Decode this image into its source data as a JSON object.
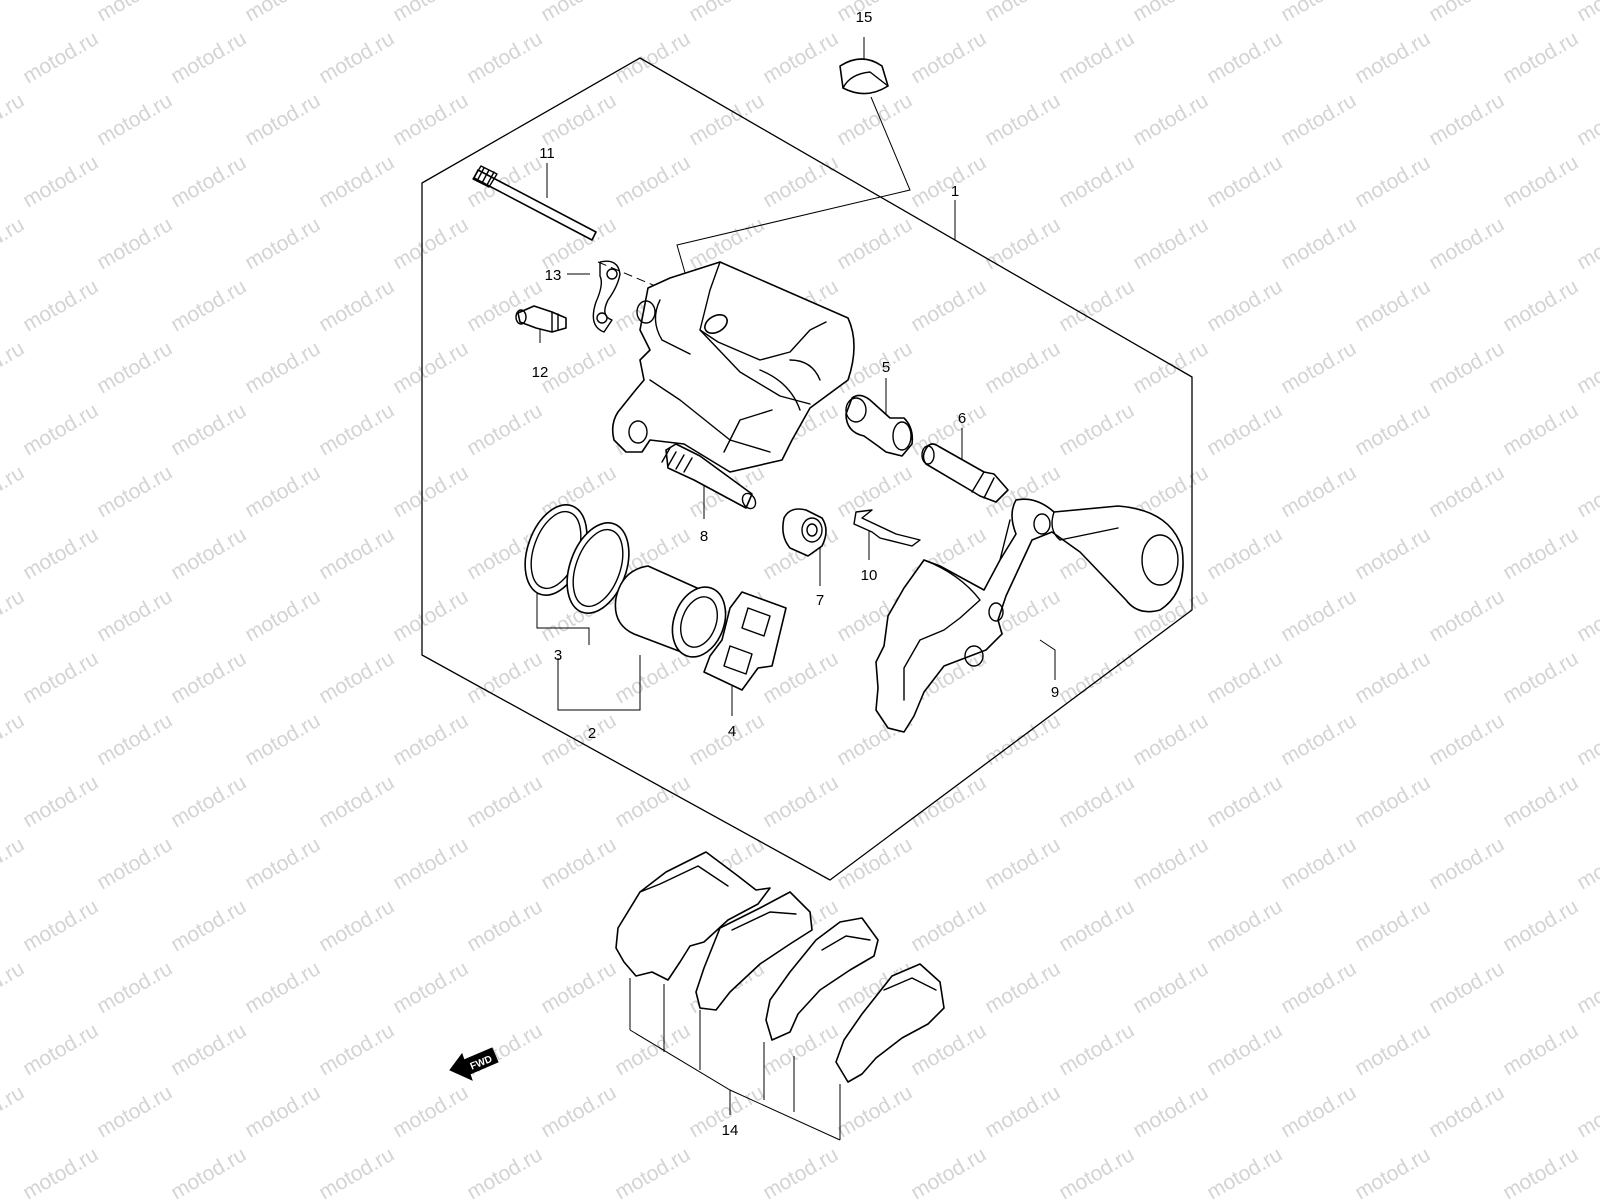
{
  "watermark": "motod.ru",
  "callouts": {
    "c1": "1",
    "c2": "2",
    "c3": "3",
    "c4": "4",
    "c5": "5",
    "c6": "6",
    "c7": "7",
    "c8": "8",
    "c9": "9",
    "c10": "10",
    "c11": "11",
    "c12": "12",
    "c13": "13",
    "c14": "14",
    "c15": "15"
  },
  "fwd_label": "FWD",
  "colors": {
    "line": "#000000",
    "watermark": "#d4d4d4",
    "background": "#ffffff"
  }
}
